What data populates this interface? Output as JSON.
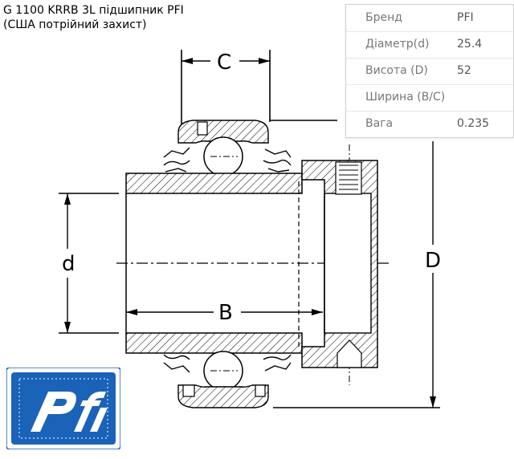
{
  "title": {
    "line1": "G 1100 KRRB 3L підшипник PFI",
    "line2": "(США потрійний захист)"
  },
  "specs": [
    {
      "label": "Бренд",
      "value": "PFI"
    },
    {
      "label": "Діаметр(d)",
      "value": "25.4"
    },
    {
      "label": "Висота (D)",
      "value": "52"
    },
    {
      "label": "Ширина (B/C)",
      "value": ""
    },
    {
      "label": "Вага",
      "value": "0.235"
    }
  ],
  "dimensions": {
    "c": "C",
    "d": "d",
    "b": "B",
    "big_d": "D"
  },
  "logo": {
    "text": "pfi",
    "color": "#1a63b8"
  }
}
